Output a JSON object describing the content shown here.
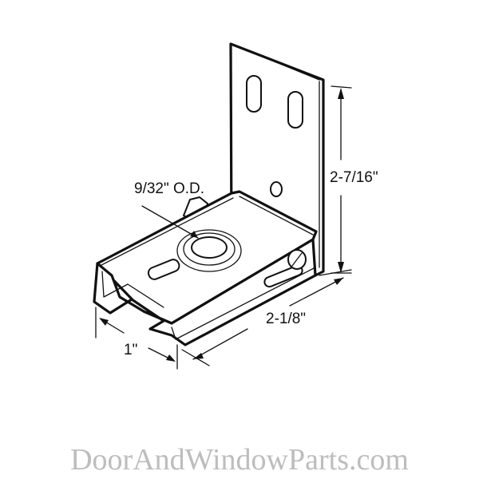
{
  "figure": {
    "subject": "L-shaped bracket with sliding channel",
    "colors": {
      "line": "#111111",
      "background": "#ffffff",
      "watermark": "#bdbdbd"
    }
  },
  "dimensions": {
    "hole_od": "9/32\" O.D.",
    "height": "2-7/16\"",
    "length": "2-1/8\"",
    "width": "1\""
  },
  "watermark": {
    "text": "DoorAndWindowParts.com"
  }
}
